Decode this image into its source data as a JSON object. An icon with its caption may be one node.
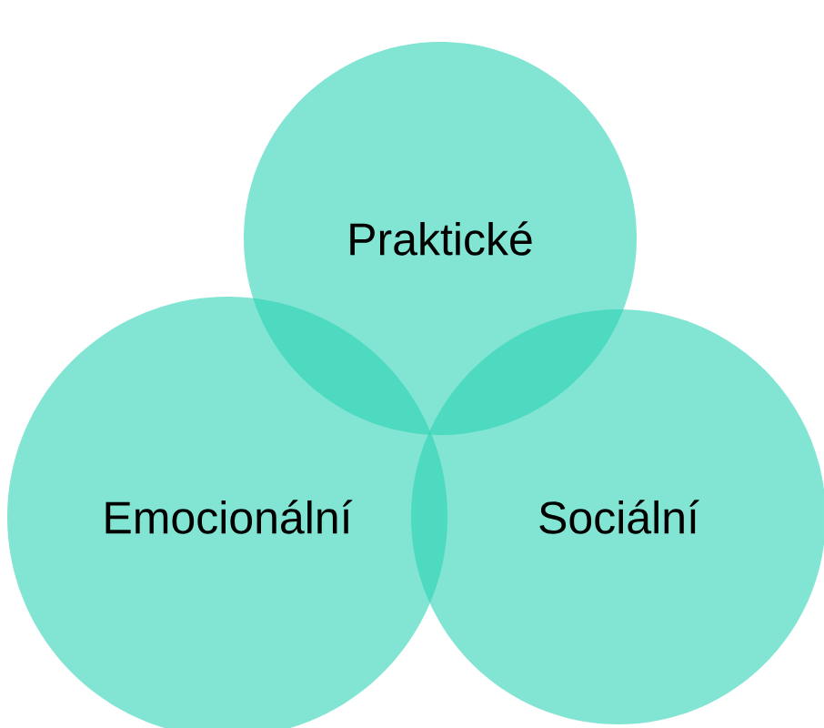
{
  "diagram": {
    "nodes": [
      {
        "text": [
          "Praktické"
        ]
      },
      {
        "text": [
          "Emocionální"
        ]
      },
      {
        "text": [
          "Sociální"
        ]
      }
    ]
  }
}
